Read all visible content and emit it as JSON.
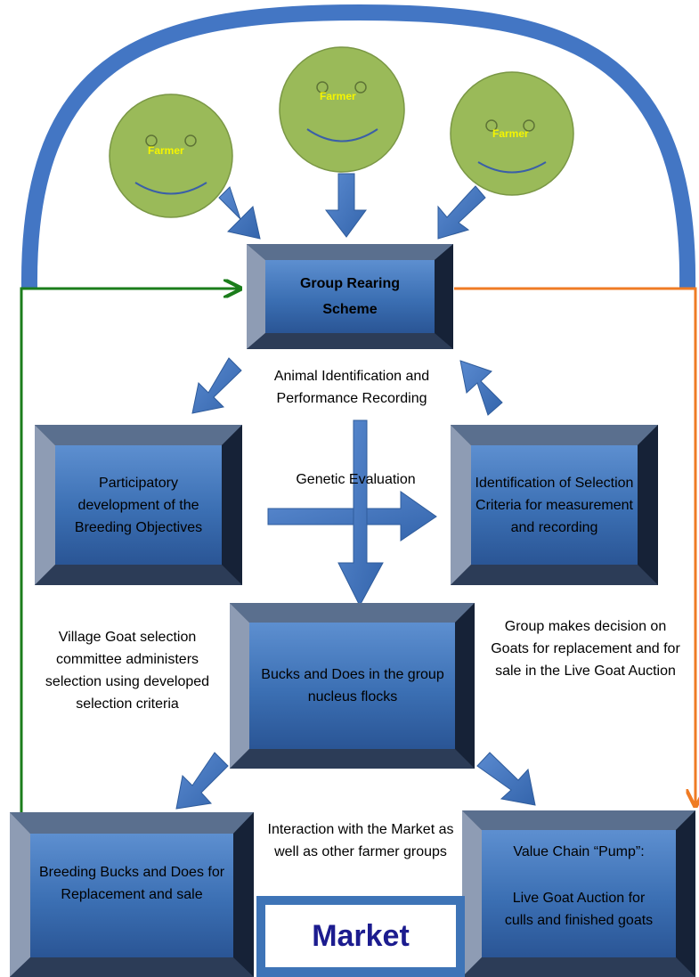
{
  "farmers": [
    "Farmer",
    "Farmer",
    "Farmer"
  ],
  "boxes": {
    "group_rearing": "Group Rearing Scheme",
    "participatory": "Participatory development of the Breeding Objectives",
    "identification": "Identification of Selection Criteria for measurement and recording",
    "bucks_does_nucleus": "Bucks and Does in the group nucleus flocks",
    "breeding_bucks": "Breeding Bucks and Does for Replacement and sale",
    "value_chain_title": "Value Chain “Pump”:",
    "value_chain_body": "Live Goat Auction for culls and finished goats"
  },
  "labels": {
    "animal_id": "Animal Identification and Performance Recording",
    "genetic_eval": "Genetic Evaluation",
    "village_committee": "Village Goat selection committee administers selection using developed selection criteria",
    "group_decision": "Group makes decision on Goats for replacement and for sale in the Live Goat Auction",
    "interaction": "Interaction with the Market as well as other farmer groups"
  },
  "market": "Market",
  "colors": {
    "box_face": "#3e74b7",
    "box_dark": "#1f2e48",
    "arrow": "#4474bb",
    "arc": "#4376c4",
    "green_line": "#1b7d1b",
    "orange_line": "#ef7b24",
    "face_fill": "#9aba59",
    "market_text": "#1c1c8f"
  }
}
